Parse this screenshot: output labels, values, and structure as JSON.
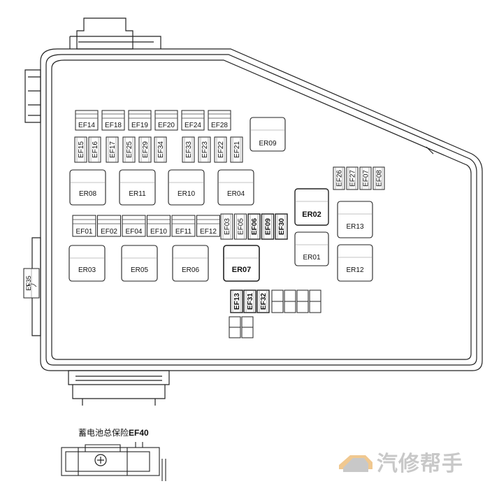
{
  "top_fuses": [
    "EF14",
    "EF18",
    "EF19",
    "EF20",
    "EF24",
    "EF28"
  ],
  "vertical_fuses_row1": [
    "EF15",
    "EF16",
    "EF17",
    "EF25",
    "EF29",
    "EF34",
    "EF33",
    "EF23",
    "EF22",
    "EF21"
  ],
  "relay_er09": "ER09",
  "relays_row1": [
    "ER08",
    "ER11",
    "ER10",
    "ER04"
  ],
  "right_vertical_fuses": [
    "EF26",
    "EF27",
    "EF07",
    "EF08"
  ],
  "relay_er02": "ER02",
  "relay_er13": "ER13",
  "middle_fuses": [
    "EF01",
    "EF02",
    "EF04",
    "EF10",
    "EF11",
    "EF12"
  ],
  "middle_vertical_fuses": [
    "EF03",
    "EF05",
    "EF06",
    "EF09",
    "EF30"
  ],
  "relay_er01": "ER01",
  "relay_er12": "ER12",
  "relays_row2": [
    "ER03",
    "ER05",
    "ER06",
    "ER07"
  ],
  "side_fuse": "EF35",
  "bottom_vertical_fuses": [
    "EF13",
    "EF31",
    "EF32"
  ],
  "battery_caption_cn": "蓄电池总保险",
  "battery_caption_code": "EF40",
  "watermark_text": "汽修帮手"
}
